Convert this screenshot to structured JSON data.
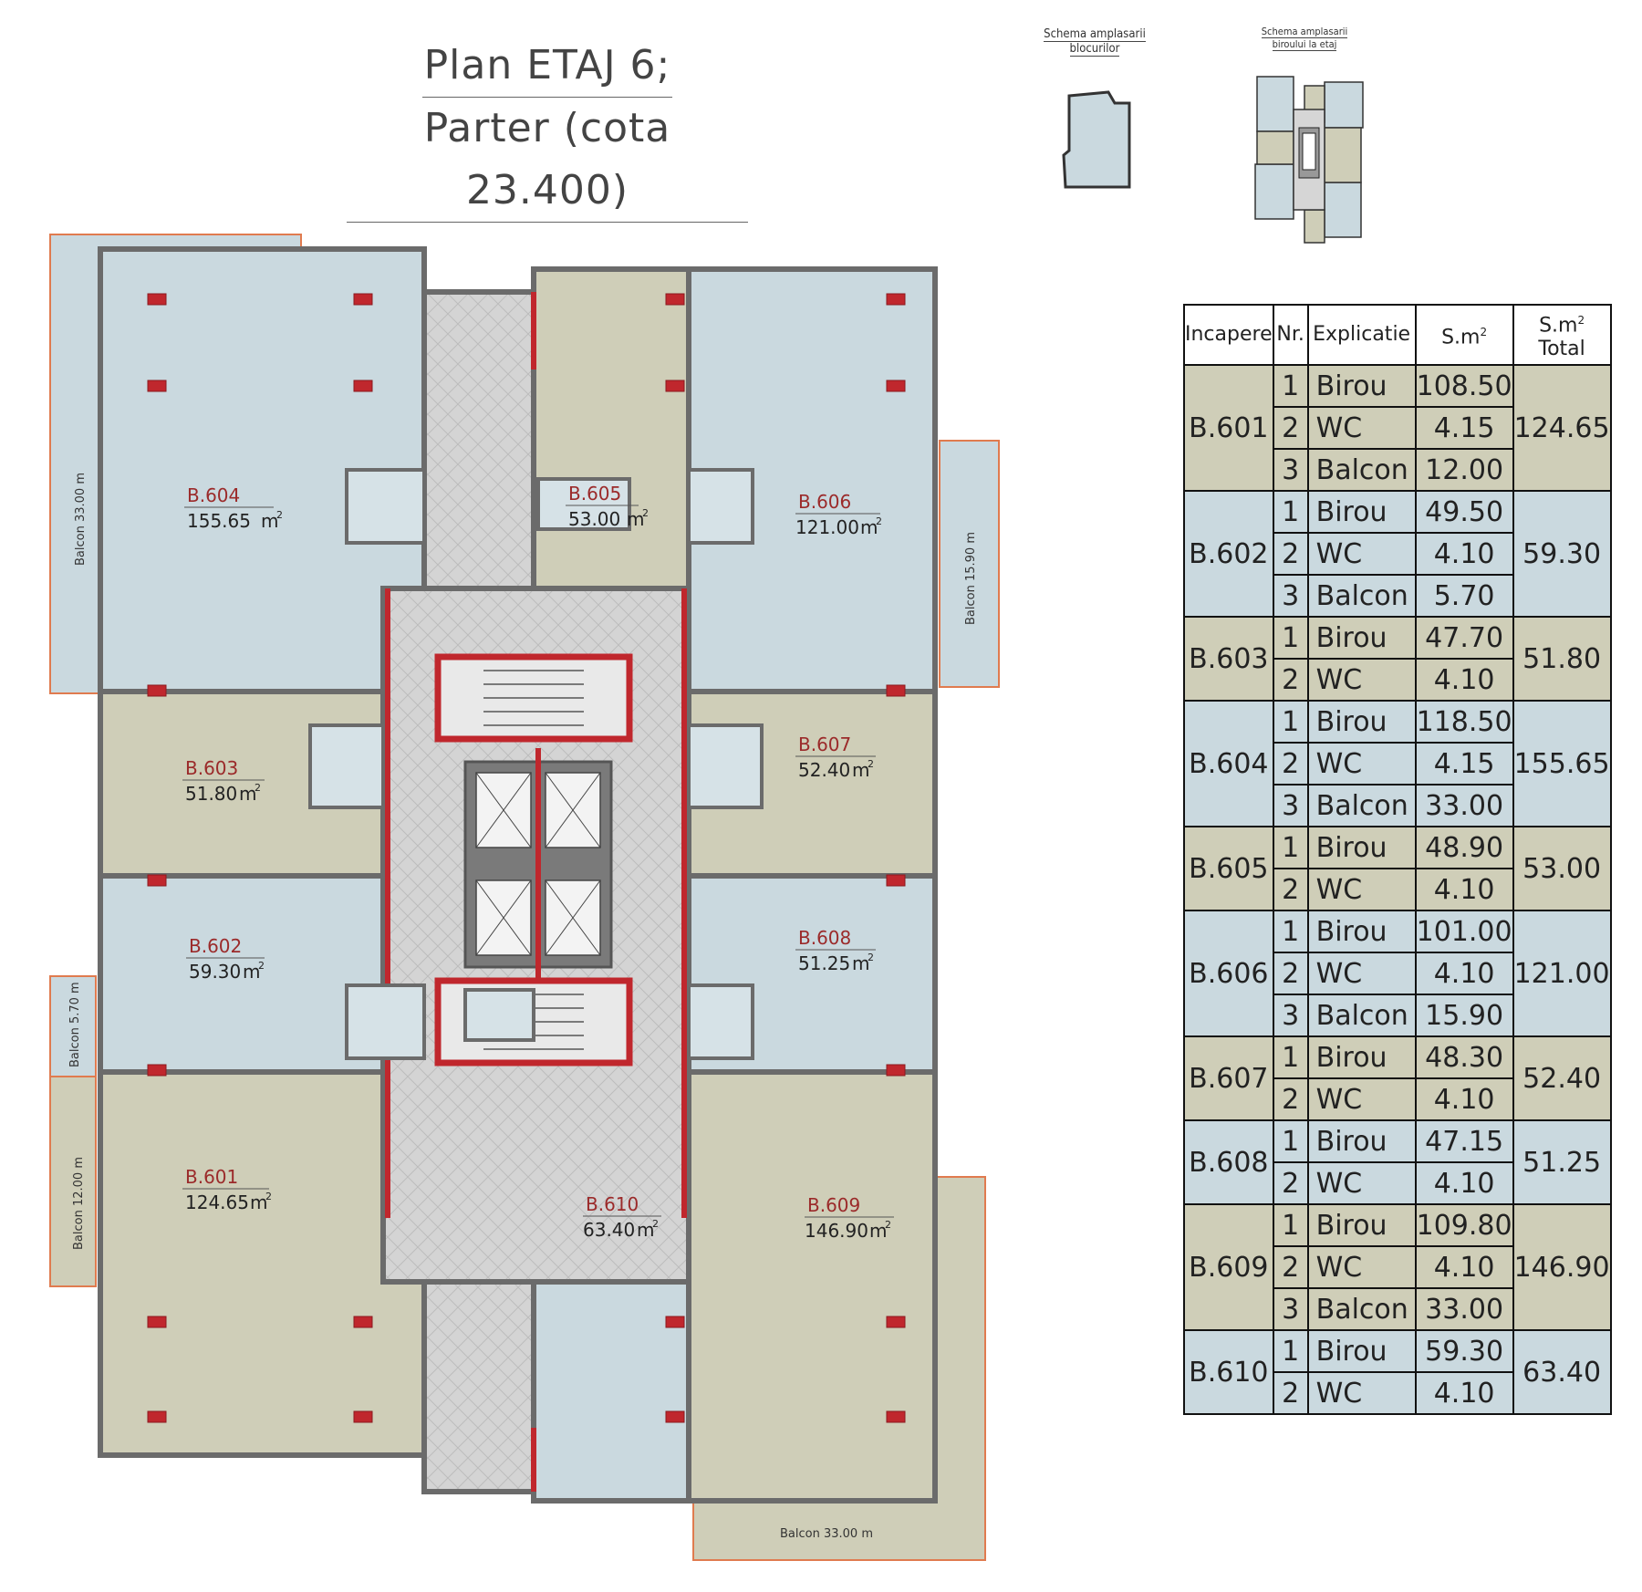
{
  "title": {
    "line1": "Plan ETAJ 6;",
    "line2": "Parter (cota 23.400)"
  },
  "schemes": {
    "blocks_caption": [
      "Schema amplasarii",
      "blocurilor"
    ],
    "office_caption": [
      "Schema amplasarii",
      "biroului la etaj"
    ]
  },
  "colors": {
    "blue_room": "#cad9df",
    "olive_room": "#cfceb8",
    "core": "#d6d6d6",
    "wall": "#6b6b6b",
    "fire_wall": "#c0272d",
    "balcony_outline": "#e07b4f"
  },
  "rooms": [
    {
      "id": "B.604",
      "area": "155.65",
      "tone": "blue"
    },
    {
      "id": "B.605",
      "area": "53.00",
      "tone": "olive"
    },
    {
      "id": "B.606",
      "area": "121.00",
      "tone": "blue"
    },
    {
      "id": "B.603",
      "area": "51.80",
      "tone": "olive"
    },
    {
      "id": "B.607",
      "area": "52.40",
      "tone": "olive"
    },
    {
      "id": "B.602",
      "area": "59.30",
      "tone": "blue"
    },
    {
      "id": "B.608",
      "area": "51.25",
      "tone": "blue"
    },
    {
      "id": "B.601",
      "area": "124.65",
      "tone": "olive"
    },
    {
      "id": "B.610",
      "area": "63.40",
      "tone": "blue"
    },
    {
      "id": "B.609",
      "area": "146.90",
      "tone": "olive"
    }
  ],
  "area_unit": "m",
  "area_unit_sup": "2",
  "balconies": [
    {
      "label": "Balcon 33.00 m",
      "tone": "blue"
    },
    {
      "label": "Balcon 15.90 m",
      "tone": "blue"
    },
    {
      "label": "Balcon 5.70 m",
      "tone": "blue"
    },
    {
      "label": "Balcon 12.00 m",
      "tone": "olive"
    },
    {
      "label": "Balcon 33.00 m",
      "tone": "olive"
    }
  ],
  "table": {
    "headers": [
      "Incapere",
      "Nr.",
      "Explicatie",
      "S.m",
      "S.m"
    ],
    "header_sup": "2",
    "header_total": "Total",
    "groups": [
      {
        "room": "B.601",
        "total": "124.65",
        "tone": "olive",
        "rows": [
          {
            "nr": "1",
            "expl": "Birou",
            "area": "108.50"
          },
          {
            "nr": "2",
            "expl": "WC",
            "area": "4.15"
          },
          {
            "nr": "3",
            "expl": "Balcon",
            "area": "12.00"
          }
        ]
      },
      {
        "room": "B.602",
        "total": "59.30",
        "tone": "blue",
        "rows": [
          {
            "nr": "1",
            "expl": "Birou",
            "area": "49.50"
          },
          {
            "nr": "2",
            "expl": "WC",
            "area": "4.10"
          },
          {
            "nr": "3",
            "expl": "Balcon",
            "area": "5.70"
          }
        ]
      },
      {
        "room": "B.603",
        "total": "51.80",
        "tone": "olive",
        "rows": [
          {
            "nr": "1",
            "expl": "Birou",
            "area": "47.70"
          },
          {
            "nr": "2",
            "expl": "WC",
            "area": "4.10"
          }
        ]
      },
      {
        "room": "B.604",
        "total": "155.65",
        "tone": "blue",
        "rows": [
          {
            "nr": "1",
            "expl": "Birou",
            "area": "118.50"
          },
          {
            "nr": "2",
            "expl": "WC",
            "area": "4.15"
          },
          {
            "nr": "3",
            "expl": "Balcon",
            "area": "33.00"
          }
        ]
      },
      {
        "room": "B.605",
        "total": "53.00",
        "tone": "olive",
        "rows": [
          {
            "nr": "1",
            "expl": "Birou",
            "area": "48.90"
          },
          {
            "nr": "2",
            "expl": "WC",
            "area": "4.10"
          }
        ]
      },
      {
        "room": "B.606",
        "total": "121.00",
        "tone": "blue",
        "rows": [
          {
            "nr": "1",
            "expl": "Birou",
            "area": "101.00"
          },
          {
            "nr": "2",
            "expl": "WC",
            "area": "4.10"
          },
          {
            "nr": "3",
            "expl": "Balcon",
            "area": "15.90"
          }
        ]
      },
      {
        "room": "B.607",
        "total": "52.40",
        "tone": "olive",
        "rows": [
          {
            "nr": "1",
            "expl": "Birou",
            "area": "48.30"
          },
          {
            "nr": "2",
            "expl": "WC",
            "area": "4.10"
          }
        ]
      },
      {
        "room": "B.608",
        "total": "51.25",
        "tone": "blue",
        "rows": [
          {
            "nr": "1",
            "expl": "Birou",
            "area": "47.15"
          },
          {
            "nr": "2",
            "expl": "WC",
            "area": "4.10"
          }
        ]
      },
      {
        "room": "B.609",
        "total": "146.90",
        "tone": "olive",
        "rows": [
          {
            "nr": "1",
            "expl": "Birou",
            "area": "109.80"
          },
          {
            "nr": "2",
            "expl": "WC",
            "area": "4.10"
          },
          {
            "nr": "3",
            "expl": "Balcon",
            "area": "33.00"
          }
        ]
      },
      {
        "room": "B.610",
        "total": "63.40",
        "tone": "blue",
        "rows": [
          {
            "nr": "1",
            "expl": "Birou",
            "area": "59.30"
          },
          {
            "nr": "2",
            "expl": "WC",
            "area": "4.10"
          }
        ]
      }
    ]
  }
}
